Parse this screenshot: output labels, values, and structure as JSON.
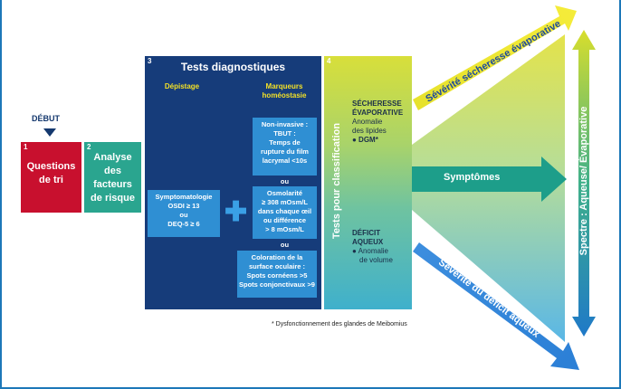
{
  "start": {
    "label": "DÉBUT"
  },
  "step1": {
    "number": "1",
    "lines": [
      "Questions",
      "de tri"
    ]
  },
  "step2": {
    "number": "2",
    "lines": [
      "Analyse",
      "des",
      "facteurs",
      "de risque"
    ]
  },
  "step3": {
    "number": "3",
    "title": "Tests diagnostiques",
    "screening_label": "Dépistage",
    "markers_label": [
      "Marqueurs",
      "homéostasie"
    ],
    "screening_box": [
      "Symptomatologie",
      "OSDI ≥ 13",
      "ou",
      "DEQ-5 ≥ 6"
    ],
    "marker_boxes": [
      [
        "Non-invasive :",
        "TBUT :",
        "Temps de",
        "rupture du film",
        "lacrymal <10s"
      ],
      [
        "Osmolarité",
        "≥ 308 mOsm/L",
        "dans chaque œil",
        "ou différence",
        "> 8 mOsm/L"
      ],
      [
        "Coloration de la",
        "surface oculaire :",
        "Spots cornéens >5",
        "Spots conjonctivaux >9"
      ]
    ],
    "or_label": "ou"
  },
  "step4": {
    "number": "4",
    "vertical_title": "Tests pour classification",
    "evap_block": [
      "SÉCHERESSE",
      "ÉVAPORATIVE",
      "Anomalie",
      "des lipides",
      "● DGM*"
    ],
    "aqueous_block": [
      "DÉFICIT",
      "AQUEUX",
      "● Anomalie",
      "de volume"
    ]
  },
  "arrows": {
    "evaporative_severity": "Sévérité sécheresse évaporative",
    "symptoms": "Symptômes",
    "aqueous_severity": "Sévérité du déficit aqueux",
    "spectrum": "Spectre : Aqueuse/ Évaporative"
  },
  "footnote": "* Dysfonctionnement des glandes de Meibomius",
  "colors": {
    "navy": "#163c7a",
    "red": "#c8102e",
    "teal": "#2aa58f",
    "yellow": "#f2e027",
    "blue": "#2f8fd3"
  }
}
